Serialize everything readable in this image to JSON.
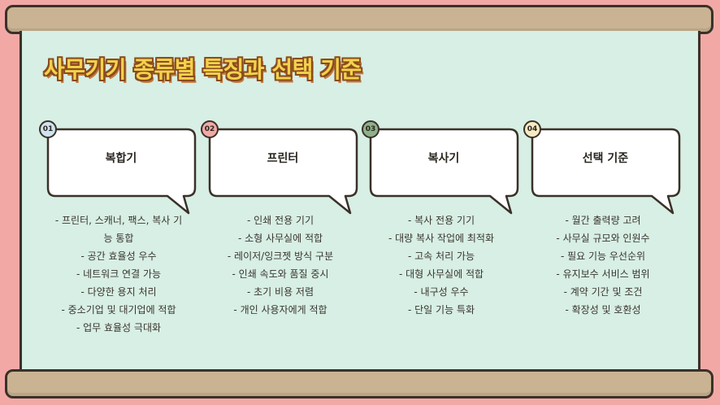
{
  "title": "사무기기 종류별 특징과 선택 기준",
  "colors": {
    "background": "#f2a9a6",
    "panel": "#d7efe4",
    "rod": "#c9b393",
    "title_fill": "#f3d24b",
    "title_outline": "#8a4b1f"
  },
  "cards": [
    {
      "number": "01",
      "badge_color": "#cfe3ee",
      "heading": "복합기",
      "items": [
        "- 프린터, 스캐너, 팩스, 복사 기능 통합",
        "- 공간 효율성 우수",
        "- 네트워크 연결 가능",
        "- 다양한 용지 처리",
        "- 중소기업 및 대기업에 적합",
        "- 업무 효율성 극대화"
      ]
    },
    {
      "number": "02",
      "badge_color": "#f2a9a6",
      "heading": "프린터",
      "items": [
        "- 인쇄 전용 기기",
        "- 소형 사무실에 적합",
        "- 레이저/잉크젯 방식 구분",
        "- 인쇄 속도와 품질 중시",
        "- 초기 비용 저렴",
        "- 개인 사용자에게 적합"
      ]
    },
    {
      "number": "03",
      "badge_color": "#8fb08a",
      "heading": "복사기",
      "items": [
        "- 복사 전용 기기",
        "- 대량 복사 작업에 최적화",
        "- 고속 처리 가능",
        "- 대형 사무실에 적합",
        "- 내구성 우수",
        "- 단일 기능 특화"
      ]
    },
    {
      "number": "04",
      "badge_color": "#f6eac3",
      "heading": "선택 기준",
      "items": [
        "- 월간 출력량 고려",
        "- 사무실 규모와 인원수",
        "- 필요 기능 우선순위",
        "- 유지보수 서비스 범위",
        "- 계약 기간 및 조건",
        "- 확장성 및 호환성"
      ]
    }
  ]
}
